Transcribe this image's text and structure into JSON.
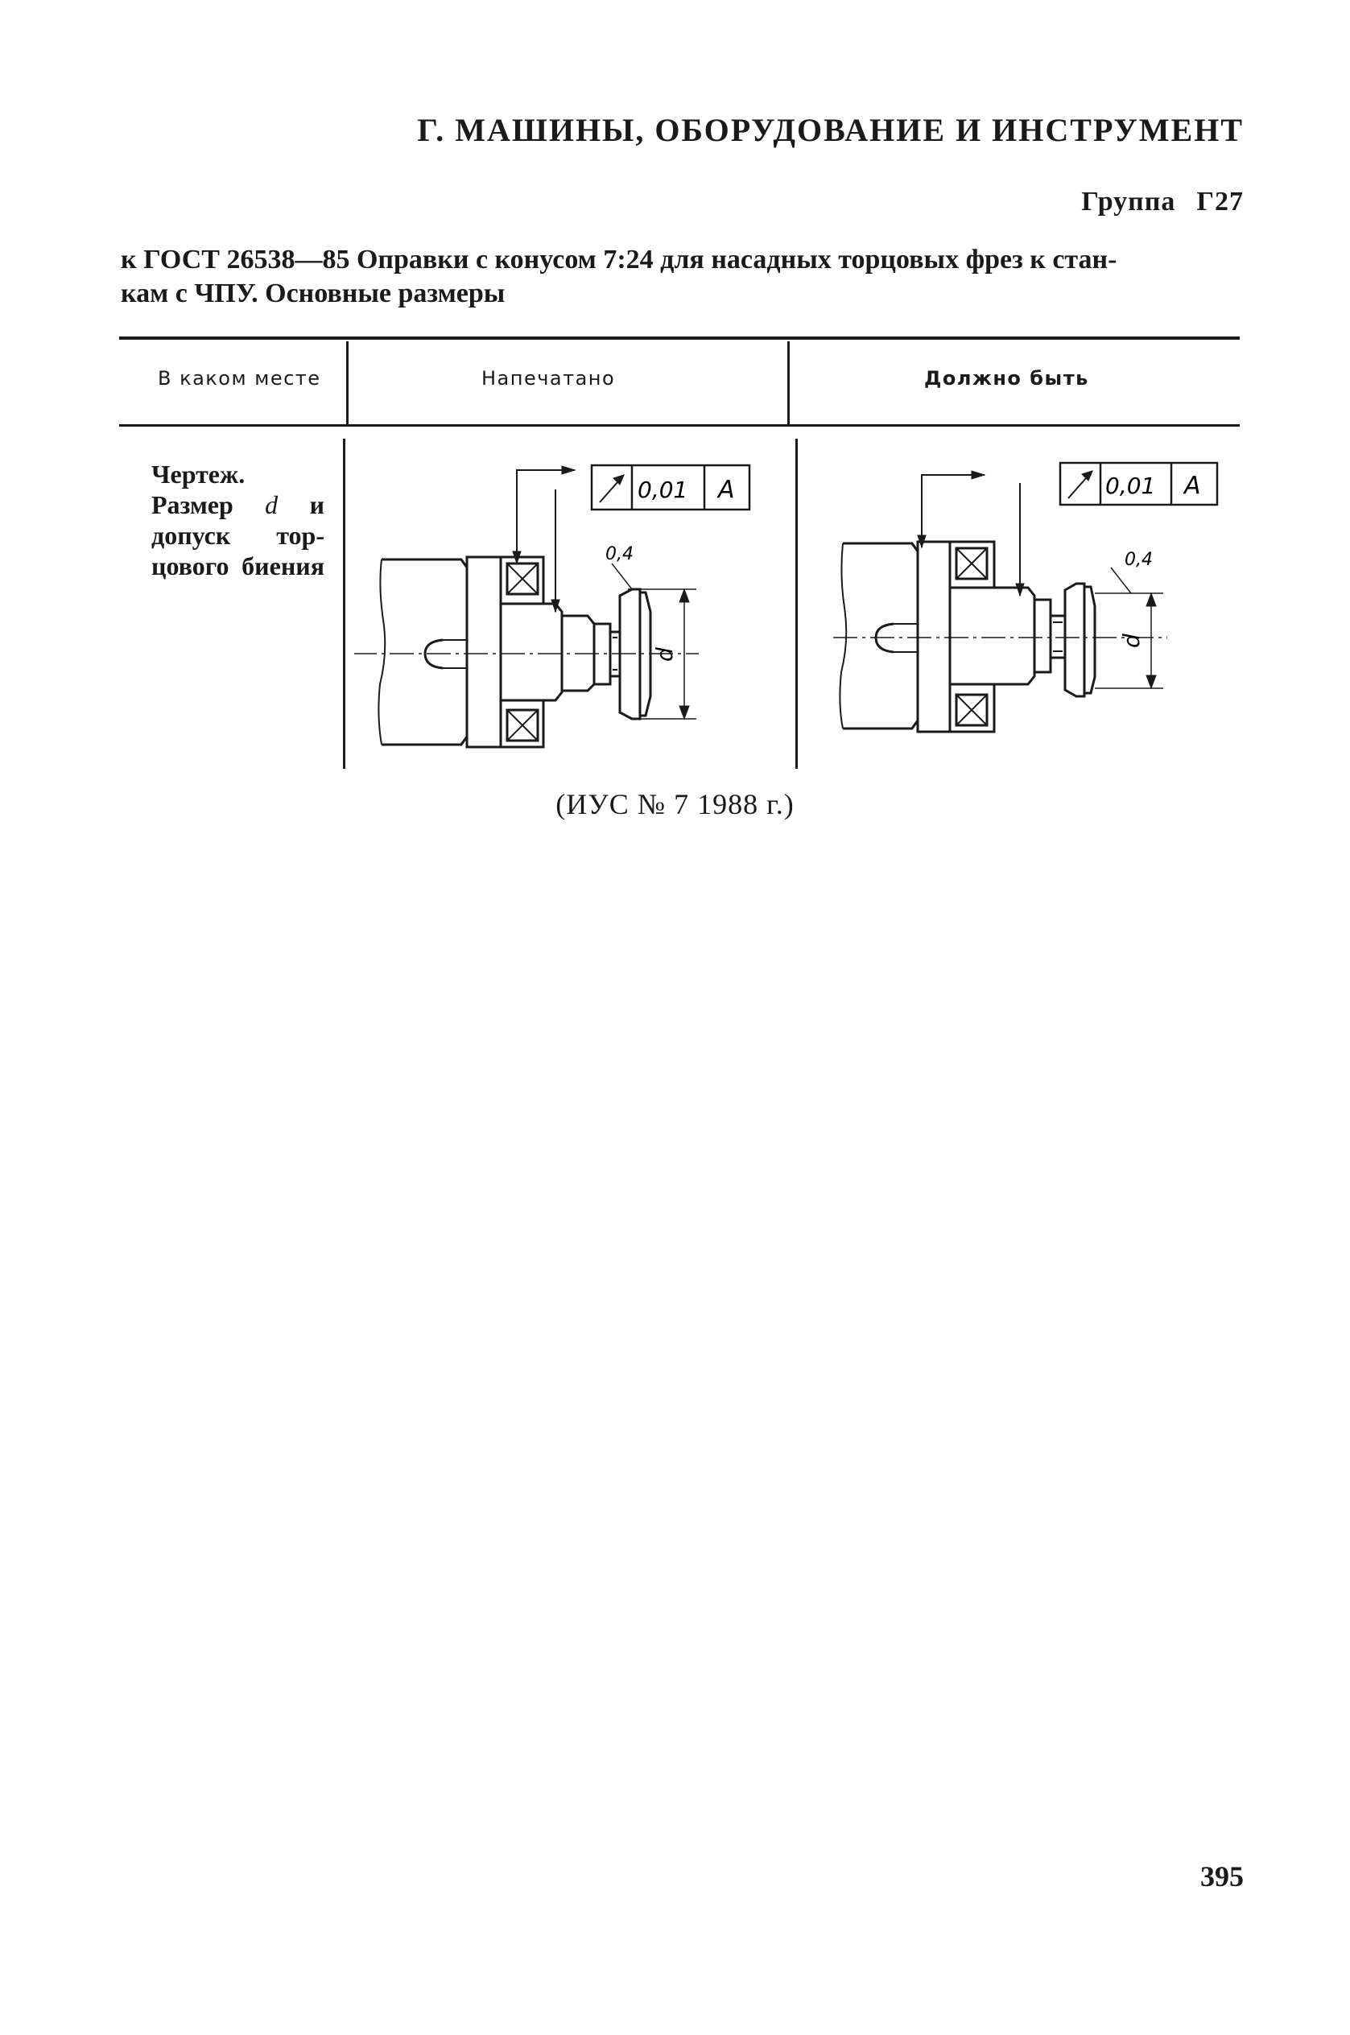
{
  "header": {
    "section_title": "Г. МАШИНЫ, ОБОРУДОВАНИЕ И ИНСТРУМЕНТ",
    "group_label": "Группа",
    "group_code": "Г27"
  },
  "document": {
    "reference_line1": "к ГОСТ 26538—85 Оправки с конусом 7:24 для насадных торцовых фрез к стан-",
    "reference_line2": "кам с ЧПУ. Основные размеры"
  },
  "table": {
    "columns": [
      "В каком месте",
      "Напечатано",
      "Должно быть"
    ],
    "row": {
      "place": {
        "line1": "Чертеж.",
        "line2_prefix": "Размер ",
        "line2_var": "d",
        "line2_suffix": " и",
        "line3": "допуск тор-",
        "line4": "цового биения"
      },
      "printed_drawing": {
        "tolerance_value": "0,01",
        "datum": "A",
        "surface_note": "0,4",
        "dimension": "d"
      },
      "correct_drawing": {
        "tolerance_value": "0,01",
        "datum": "A",
        "surface_note": "0,4",
        "dimension": "d"
      }
    }
  },
  "source": "(ИУС № 7 1988 г.)",
  "page_number": "395"
}
